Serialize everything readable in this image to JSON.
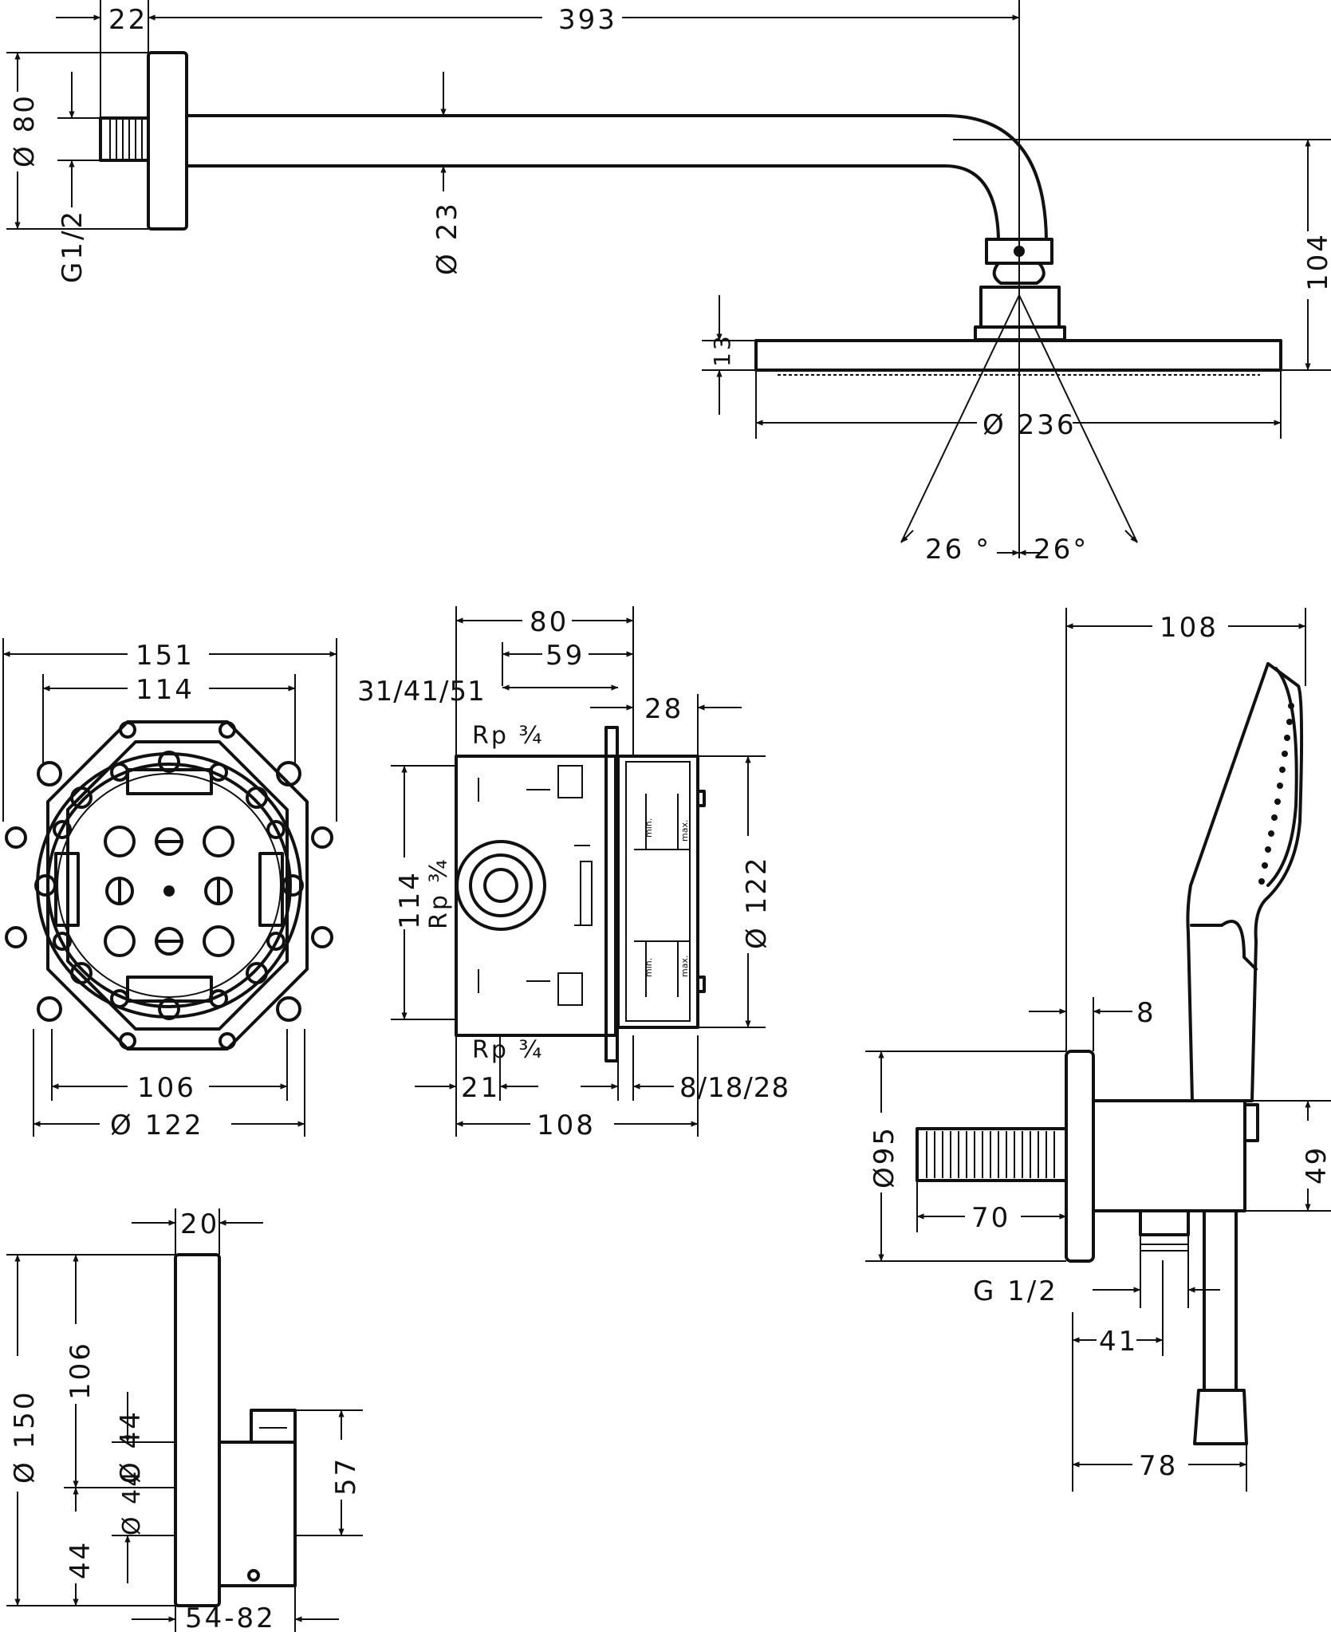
{
  "shower_arm": {
    "dims": {
      "flange_depth": "22",
      "arm_length": "393",
      "flange_diameter": "Ø 80",
      "thread": "G1/2",
      "arm_diameter": "Ø 23",
      "drop_height": "104",
      "head_thickness": "13",
      "head_diameter": "Ø 236",
      "spray_angle_left": "26 °",
      "spray_angle_right": "26°"
    }
  },
  "iBox": {
    "front_dims": {
      "overall_width": "151",
      "hole_spacing": "114",
      "bottom_width": "106",
      "bottom_diameter": "Ø 122"
    },
    "side_dims": {
      "depth_80": "80",
      "depth_59": "59",
      "variants": "31/41/51",
      "offset_28": "28",
      "port_top": "Rp ¾",
      "port_bottom": "Rp ¾",
      "height_114": "114",
      "port_side": "Rp ¾",
      "diameter_122": "Ø 122",
      "offset_21": "21",
      "depth_108": "108",
      "variants_bottom": "8/18/28",
      "gauge_min": "min.",
      "gauge_max": "max."
    }
  },
  "trim_plate": {
    "dims": {
      "thickness": "20",
      "diameter_150": "Ø 150",
      "height_106": "106",
      "diameter_44a": "Ø 44",
      "height_44": "44",
      "diameter_44b": "Ø 44",
      "handle_57": "57",
      "projection": "54-82"
    }
  },
  "hand_shower": {
    "dims": {
      "total_depth": "108",
      "gap_8": "8",
      "flange_95": "Ø95",
      "height_49": "49",
      "stub_70": "70",
      "thread": "G 1/2",
      "depth_41": "41",
      "depth_78": "78"
    }
  }
}
